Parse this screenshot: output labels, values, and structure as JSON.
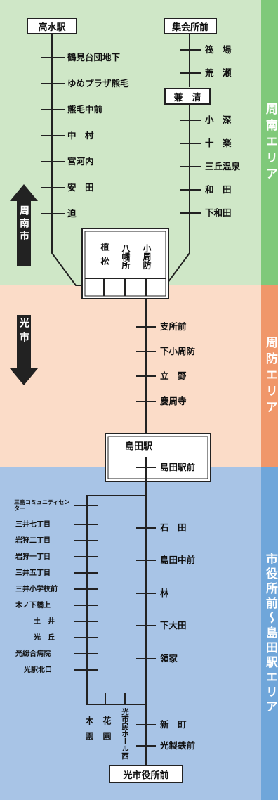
{
  "areas": {
    "shunan": {
      "label": "周南エリア",
      "band_color": "#cfe7c7",
      "tag_color": "#7fc97a"
    },
    "shuho": {
      "label": "周防エリア",
      "band_color": "#fbdcc8",
      "tag_color": "#f0976a"
    },
    "shiyakusho": {
      "label": "市役所前～島田駅エリア",
      "band_color": "#a8c4e6",
      "tag_color": "#6fa6da"
    }
  },
  "cities": {
    "shunan": "周南市",
    "hikari": "光市"
  },
  "terminals": {
    "takamizu": "高水駅",
    "shukaishomae": "集会所前",
    "kensei": "兼　清",
    "shimada_eki": "島田駅",
    "hikari_shiyakushomae": "光市役所前"
  },
  "junction": {
    "stops": [
      "植松",
      "八幡所",
      "小周防"
    ]
  },
  "left_line": [
    "鶴見台団地下",
    "ゆめプラザ熊毛",
    "熊毛中前",
    "中　村",
    "宮河内",
    "安　田",
    "迫"
  ],
  "right_top_line": [
    "筏　場",
    "荒　瀬"
  ],
  "right_mid_line": [
    "小　深",
    "十　楽",
    "三丘温泉",
    "和　田",
    "下和田"
  ],
  "center_line": [
    "支所前",
    "下小周防",
    "立　野",
    "慶周寺",
    "島田駅前"
  ],
  "main_right": [
    "石　田",
    "島田中前",
    "林",
    "下大田",
    "領家",
    "新　町",
    "光製鉄前"
  ],
  "main_left": [
    "三島コミュニティセンター",
    "三井七丁目",
    "岩狩二丁目",
    "岩狩一丁目",
    "三井五丁目",
    "三井小学校前",
    "木ノ下橋上",
    "土　井",
    "光　丘",
    "光総合病院",
    "光駅北口"
  ],
  "bottom_stops": [
    "木園",
    "花園",
    "光市民ホール西"
  ]
}
